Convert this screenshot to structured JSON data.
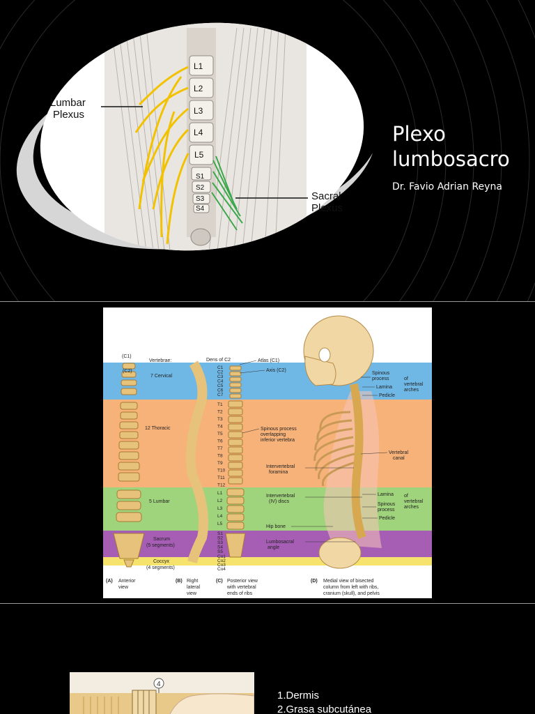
{
  "slide1": {
    "title_line1": "Plexo",
    "title_line2": "lumbosacro",
    "author": "Dr. Favio Adrian Reyna",
    "illustration": {
      "lumbar_label_line1": "Lumbar",
      "lumbar_label_line2": "Plexus",
      "sacral_label_line1": "Sacral",
      "sacral_label_line2": "Plexus",
      "vertebra_labels": [
        "L1",
        "L2",
        "L3",
        "L4",
        "L5",
        "S1",
        "S2",
        "S3",
        "S4"
      ],
      "nerve_color_lumbar": "#f2c200",
      "nerve_color_sacral": "#3aa84a"
    }
  },
  "slide2": {
    "bands": [
      {
        "name": "cervical",
        "color": "#6fb7e4"
      },
      {
        "name": "thoracic",
        "color": "#f7b27a"
      },
      {
        "name": "lumbar",
        "color": "#9fd37c"
      },
      {
        "name": "sacrum",
        "color": "#a65db4"
      },
      {
        "name": "coccyx",
        "color": "#f6e36e"
      }
    ],
    "labels": {
      "c1": "(C1)",
      "c2": "(C2)",
      "vertebrae": "Vertebrae:",
      "cervical": "7 Cervical",
      "thoracic": "12 Thoracic",
      "lumbar": "5 Lumbar",
      "sacrum_line1": "Sacrum",
      "sacrum_line2": "(5 segments)",
      "coccyx_line1": "Coccyx",
      "coccyx_line2": "(4 segments)",
      "dens": "Dens of C2",
      "atlas": "Atlas (C1)",
      "axis": "Axis (C2)",
      "spinous_line1": "Spinous process",
      "spinous_line2": "overlapping",
      "spinous_line3": "inferior vertebra",
      "iv_foramina_line1": "Intervertebral",
      "iv_foramina_line2": "foramina",
      "iv_discs_line1": "Intervertebral",
      "iv_discs_line2": "(IV) discs",
      "hip_bone": "Hip bone",
      "lumbosacral_line1": "Lumbosacral",
      "lumbosacral_line2": "angle",
      "spinous_process_line1": "Spinous",
      "spinous_process_line2": "process",
      "lamina": "Lamina",
      "pedicle": "Pedicle",
      "of_vertebral_arches_line1": "of",
      "of_vertebral_arches_line2": "vertebral",
      "of_vertebral_arches_line3": "arches",
      "vertebral_canal_line1": "Vertebral",
      "vertebral_canal_line2": "canal",
      "caption_a_letter": "(A)",
      "caption_a_line1": "Anterior",
      "caption_a_line2": "view",
      "caption_b_letter": "(B)",
      "caption_b_line1": "Right",
      "caption_b_line2": "lateral",
      "caption_b_line3": "view",
      "caption_c_letter": "(C)",
      "caption_c_line1": "Posterior view",
      "caption_c_line2": "with vertebral",
      "caption_c_line3": "ends of ribs",
      "caption_d_letter": "(D)",
      "caption_d_line1": "Medial view of bisected",
      "caption_d_line2": "column from left with ribs,",
      "caption_d_line3": "cranium (skull), and pelvis"
    },
    "posterior_levels": [
      "C1",
      "C2",
      "C3",
      "C4",
      "C5",
      "C6",
      "C7",
      "T1",
      "T2",
      "T3",
      "T4",
      "T5",
      "T6",
      "T7",
      "T8",
      "T9",
      "T10",
      "T11",
      "T12",
      "L1",
      "L2",
      "L3",
      "L4",
      "L5",
      "S1",
      "S2",
      "S3",
      "S4",
      "S5",
      "Co1",
      "Co2",
      "Co3",
      "Co4"
    ]
  },
  "slide3": {
    "figure_number": "4",
    "list": [
      "1.Dermis",
      "2.Grasa subcutánea"
    ]
  }
}
